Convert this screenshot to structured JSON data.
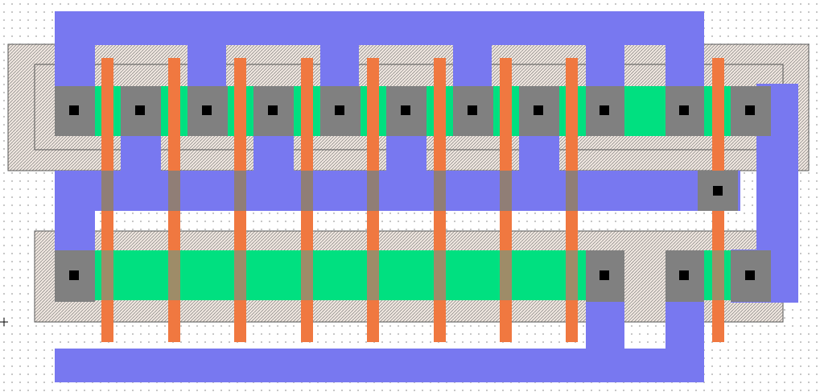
{
  "view": {
    "title": "",
    "background": "#ffffff",
    "grid_dot_color": "#b9b9b9"
  },
  "layers": [
    {
      "name": "metal1",
      "color": "#7878f0"
    },
    {
      "name": "poly",
      "color": "#f07840"
    },
    {
      "name": "diffusion",
      "color": "#00e080"
    },
    {
      "name": "contact",
      "color": "#808080"
    },
    {
      "name": "contact-cut",
      "color": "#000000"
    },
    {
      "name": "well",
      "color": "#e8e0d8"
    }
  ]
}
